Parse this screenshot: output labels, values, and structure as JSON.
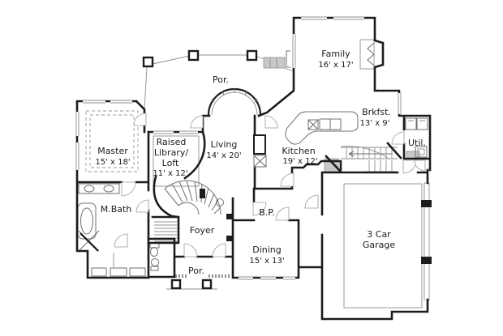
{
  "plan": {
    "type": "floor-plan",
    "colors": {
      "wall": "#1c1c1c",
      "thin_line": "#8f8f8f",
      "background": "#ffffff",
      "text": "#1b1b1b"
    },
    "rooms": {
      "por_top": {
        "label": "Por."
      },
      "family": {
        "label": "Family",
        "dims": "16' x 17'"
      },
      "brkfst": {
        "label": "Brkfst.",
        "dims": "13' x 9'"
      },
      "util": {
        "label": "Util."
      },
      "master": {
        "label": "Master",
        "dims": "15' x 18'"
      },
      "library": {
        "line1": "Raised",
        "line2": "Library/",
        "line3": "Loft",
        "dims": "11' x 12'"
      },
      "living": {
        "label": "Living",
        "dims": "14' x 20'"
      },
      "kitchen": {
        "label": "Kitchen",
        "dims": "19' x 12'"
      },
      "mbath": {
        "label": "M.Bath"
      },
      "foyer": {
        "label": "Foyer"
      },
      "bp": {
        "label": "B.P."
      },
      "dining": {
        "label": "Dining",
        "dims": "15' x 13'"
      },
      "por_bottom": {
        "label": "Por."
      },
      "garage": {
        "line1": "3 Car",
        "line2": "Garage"
      }
    }
  }
}
